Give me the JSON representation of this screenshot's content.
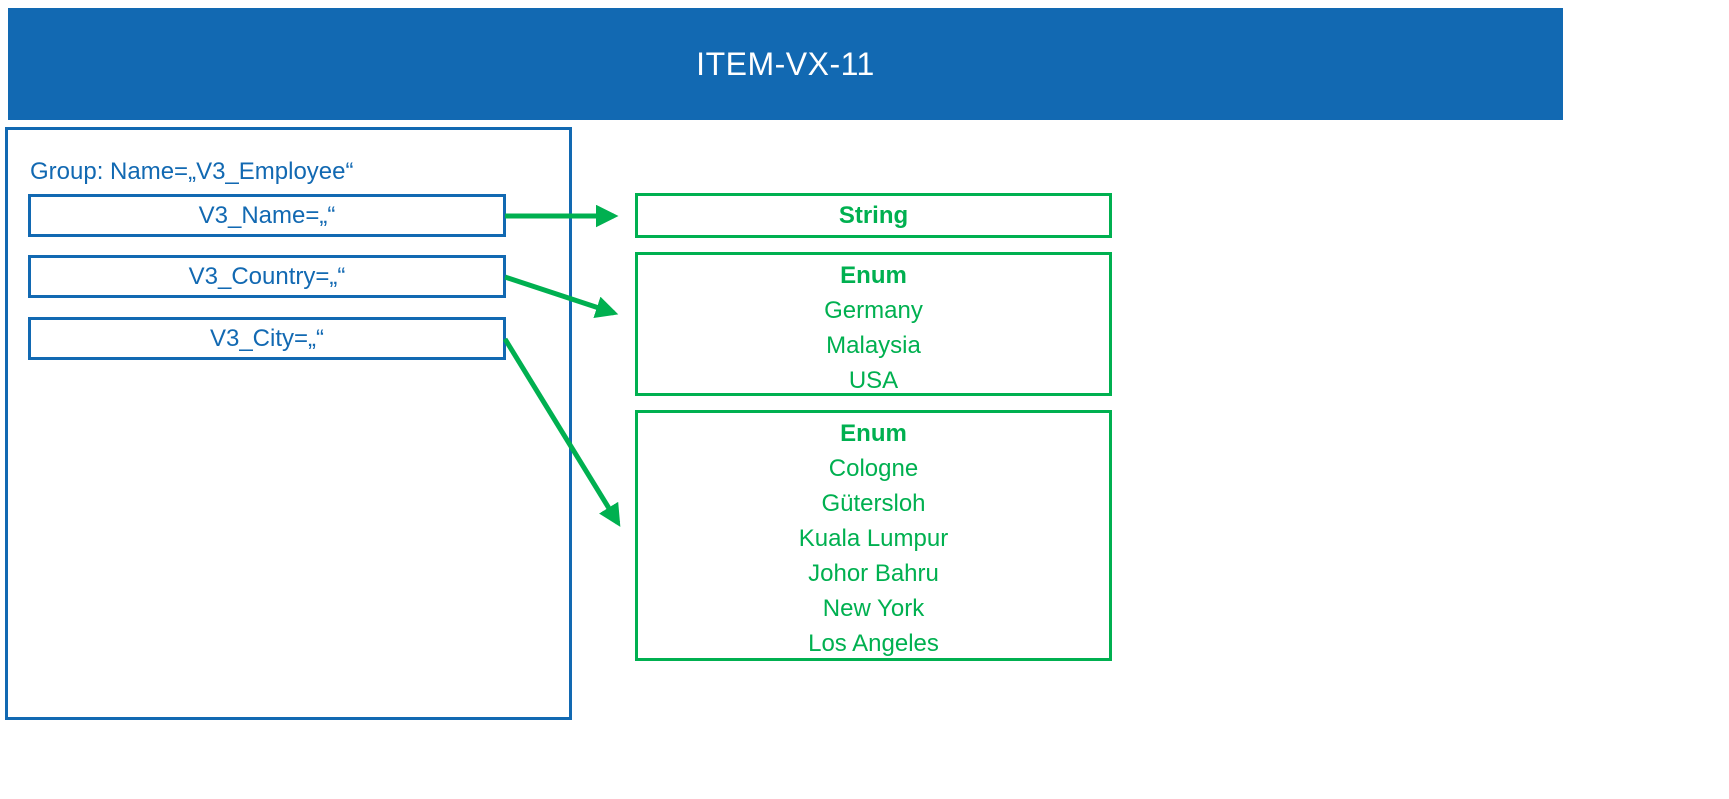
{
  "header": {
    "title": "ITEM-VX-11"
  },
  "group": {
    "label": "Group: Name=„V3_Employee“",
    "fields": [
      {
        "label": "V3_Name=„“"
      },
      {
        "label": "V3_Country=„“"
      },
      {
        "label": "V3_City=„“"
      }
    ]
  },
  "types": [
    {
      "title": "String",
      "values": []
    },
    {
      "title": "Enum",
      "values": [
        "Germany",
        "Malaysia",
        "USA"
      ]
    },
    {
      "title": "Enum",
      "values": [
        "Cologne",
        "Gütersloh",
        "Kuala Lumpur",
        "Johor Bahru",
        "New York",
        "Los Angeles"
      ]
    }
  ],
  "colors": {
    "blue": "#1269B2",
    "green": "#00B050",
    "background": "#FFFFFF"
  }
}
